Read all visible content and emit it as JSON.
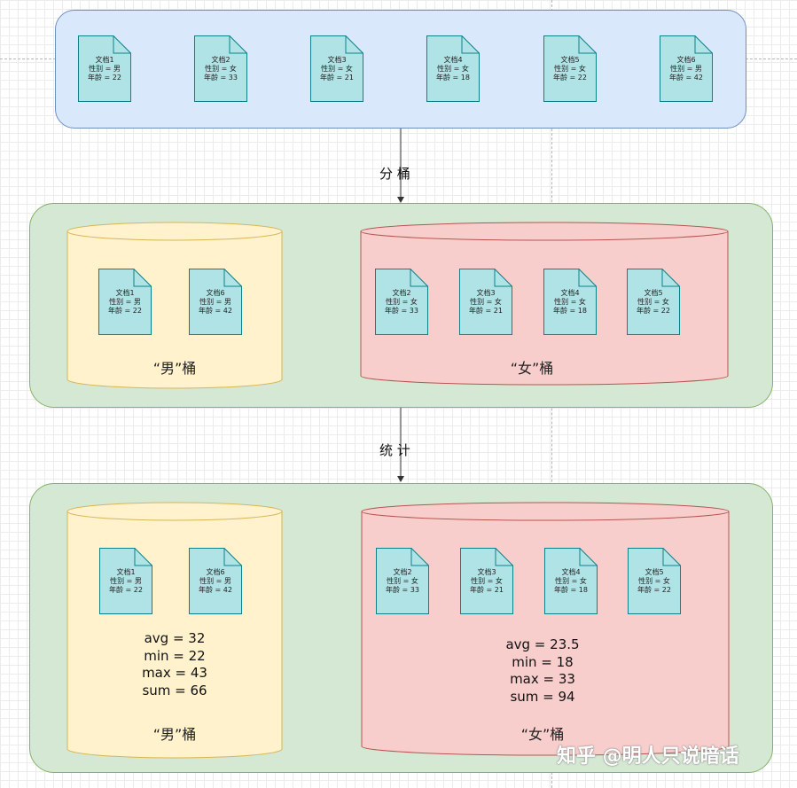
{
  "top_docs": [
    {
      "name": "文档1",
      "gender": "性别 = 男",
      "age": "年龄 = 22"
    },
    {
      "name": "文档2",
      "gender": "性别 = 女",
      "age": "年龄 = 33"
    },
    {
      "name": "文档3",
      "gender": "性别 = 女",
      "age": "年龄 = 21"
    },
    {
      "name": "文档4",
      "gender": "性别 = 女",
      "age": "年龄 = 18"
    },
    {
      "name": "文档5",
      "gender": "性别 = 女",
      "age": "年龄 = 22"
    },
    {
      "name": "文档6",
      "gender": "性别 = 男",
      "age": "年龄 = 42"
    }
  ],
  "arrow1_label": "分  桶",
  "arrow2_label": "统  计",
  "male_bucket": {
    "label": "“男”桶",
    "docs": [
      {
        "name": "文档1",
        "gender": "性别 = 男",
        "age": "年龄 = 22"
      },
      {
        "name": "文档6",
        "gender": "性别 = 男",
        "age": "年龄 = 42"
      }
    ],
    "stats": [
      "avg = 32",
      "min = 22",
      "max = 43",
      "sum = 66"
    ]
  },
  "female_bucket": {
    "label": "“女”桶",
    "docs": [
      {
        "name": "文档2",
        "gender": "性别 = 女",
        "age": "年龄 = 33"
      },
      {
        "name": "文档3",
        "gender": "性别 = 女",
        "age": "年龄 = 21"
      },
      {
        "name": "文档4",
        "gender": "性别 = 女",
        "age": "年龄 = 18"
      },
      {
        "name": "文档5",
        "gender": "性别 = 女",
        "age": "年龄 = 22"
      }
    ],
    "stats": [
      "avg = 23.5",
      "min = 18",
      "max = 33",
      "sum = 94"
    ]
  },
  "watermark": "知乎 @明人只说暗话",
  "colors": {
    "doc_fill": "#b0e3e6",
    "doc_stroke": "#0e8088",
    "top_panel": "#dae8fc",
    "group_panel": "#d5e8d4",
    "male_cyl": "#fff2cc",
    "male_cyl_stroke": "#d6b656",
    "female_cyl": "#f8cecc",
    "female_cyl_stroke": "#b85450"
  }
}
